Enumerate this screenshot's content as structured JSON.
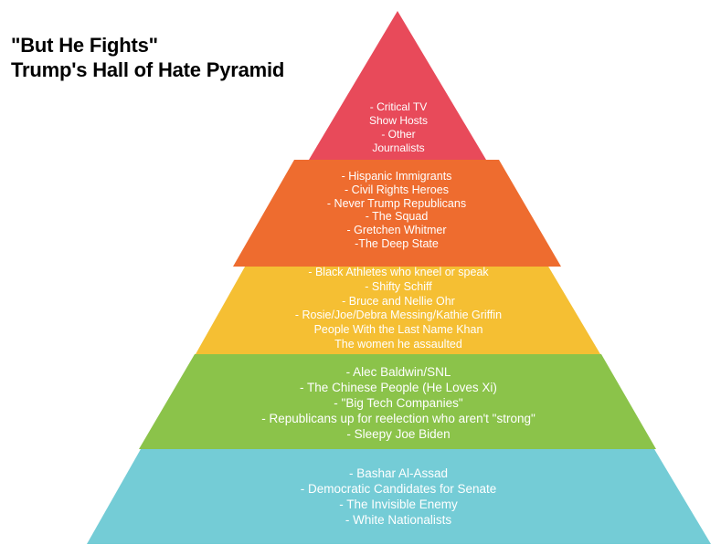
{
  "title": {
    "line1": "\"But He Fights\"",
    "line2": "Trump's Hall of Hate Pyramid"
  },
  "colors": {
    "red": "#e84a5a",
    "orange": "#ee6c2f",
    "yellow": "#f5bf33",
    "green": "#8bc34a",
    "teal": "#74ccd6",
    "text": "#ffffff"
  },
  "pyramid": {
    "levels": [
      {
        "name": "top",
        "color": "red",
        "items": [
          "- Critical TV",
          "Show Hosts",
          "- Other",
          "Journalists"
        ]
      },
      {
        "name": "second",
        "color": "orange",
        "items": [
          "- Hispanic Immigrants",
          "- Civil Rights Heroes",
          "- Never Trump Republicans",
          "- The Squad",
          "- Gretchen Whitmer",
          "-The Deep State"
        ]
      },
      {
        "name": "third",
        "color": "yellow",
        "items": [
          "- Black Athletes who kneel or speak",
          "- Shifty Schiff",
          "- Bruce and Nellie Ohr",
          "- Rosie/Joe/Debra Messing/Kathie Griffin",
          "People With the Last Name Khan",
          "The women he assaulted"
        ]
      },
      {
        "name": "fourth",
        "color": "green",
        "items": [
          "- Alec Baldwin/SNL",
          "- The Chinese People (He Loves Xi)",
          "- \"Big Tech Companies\"",
          "- Republicans up for reelection who aren't \"strong\"",
          "- Sleepy Joe Biden"
        ]
      },
      {
        "name": "bottom",
        "color": "teal",
        "items": [
          "- Bashar Al-Assad",
          "- Democratic Candidates for Senate",
          "- The Invisible Enemy",
          "- White Nationalists"
        ]
      }
    ]
  }
}
